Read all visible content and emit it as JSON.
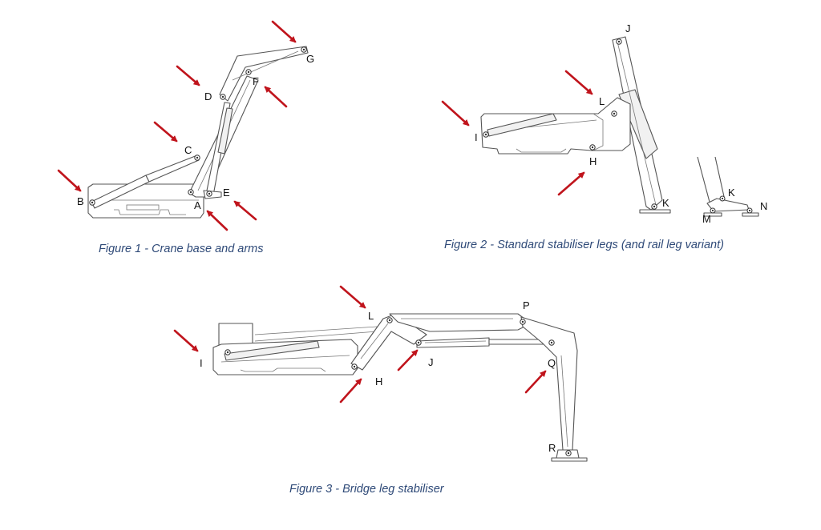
{
  "colors": {
    "arrow": "#c0141c",
    "caption": "#2f4a78",
    "line": "#555555"
  },
  "figures": [
    {
      "caption": "Figure 1 - Crane base and arms",
      "labels": [
        "A",
        "B",
        "C",
        "D",
        "E",
        "F",
        "G"
      ]
    },
    {
      "caption": "Figure 2 - Standard stabiliser legs (and rail leg variant)",
      "labels": [
        "H",
        "I",
        "J",
        "K",
        "L",
        "K",
        "M",
        "N"
      ]
    },
    {
      "caption": "Figure 3 - Bridge leg stabiliser",
      "labels": [
        "H",
        "I",
        "J",
        "L",
        "P",
        "Q",
        "R"
      ]
    }
  ]
}
